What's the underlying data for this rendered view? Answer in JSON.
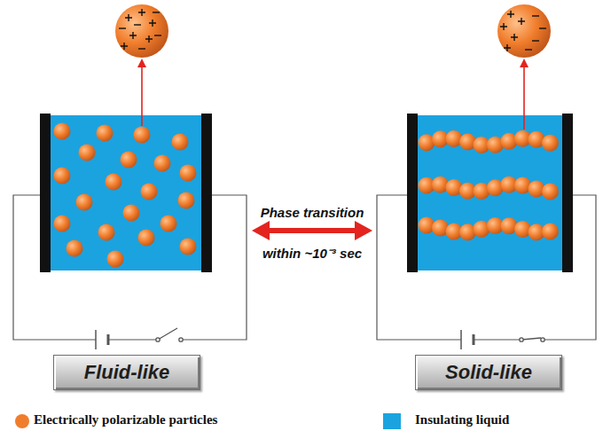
{
  "diagram": {
    "nodes": [
      {
        "text": [
          "Fluid-like"
        ]
      },
      {
        "text": [
          "Solid-like"
        ]
      }
    ],
    "labels": [
      "Phase transition",
      "within ~10⁻³ sec"
    ],
    "legend": [
      {
        "text": "Electrically polarizable particles",
        "color": "#f07d2c"
      },
      {
        "text": "Insulating liquid",
        "color": "#1ba3e0"
      }
    ]
  }
}
